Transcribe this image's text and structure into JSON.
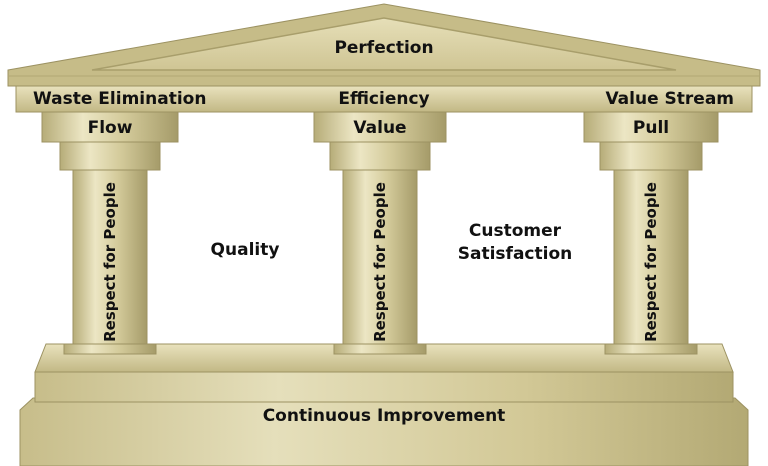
{
  "roof": {
    "title": "Perfection"
  },
  "beam": {
    "left": "Waste Elimination",
    "center": "Efficiency",
    "right": "Value Stream"
  },
  "capitals": {
    "left": "Flow",
    "center": "Value",
    "right": "Pull"
  },
  "pillars": {
    "left": "Respect for People",
    "center": "Respect for People",
    "right": "Respect for People"
  },
  "spaces": {
    "left": "Quality",
    "right": "Customer Satisfaction",
    "right_line1": "Customer",
    "right_line2": "Satisfaction"
  },
  "foundation": {
    "label": "Continuous Improvement"
  },
  "colors": {
    "stone": "#c9c08f",
    "stone_light": "#e9e2bd",
    "stone_dark": "#9c9262",
    "text": "#111111",
    "background": "#ffffff"
  }
}
